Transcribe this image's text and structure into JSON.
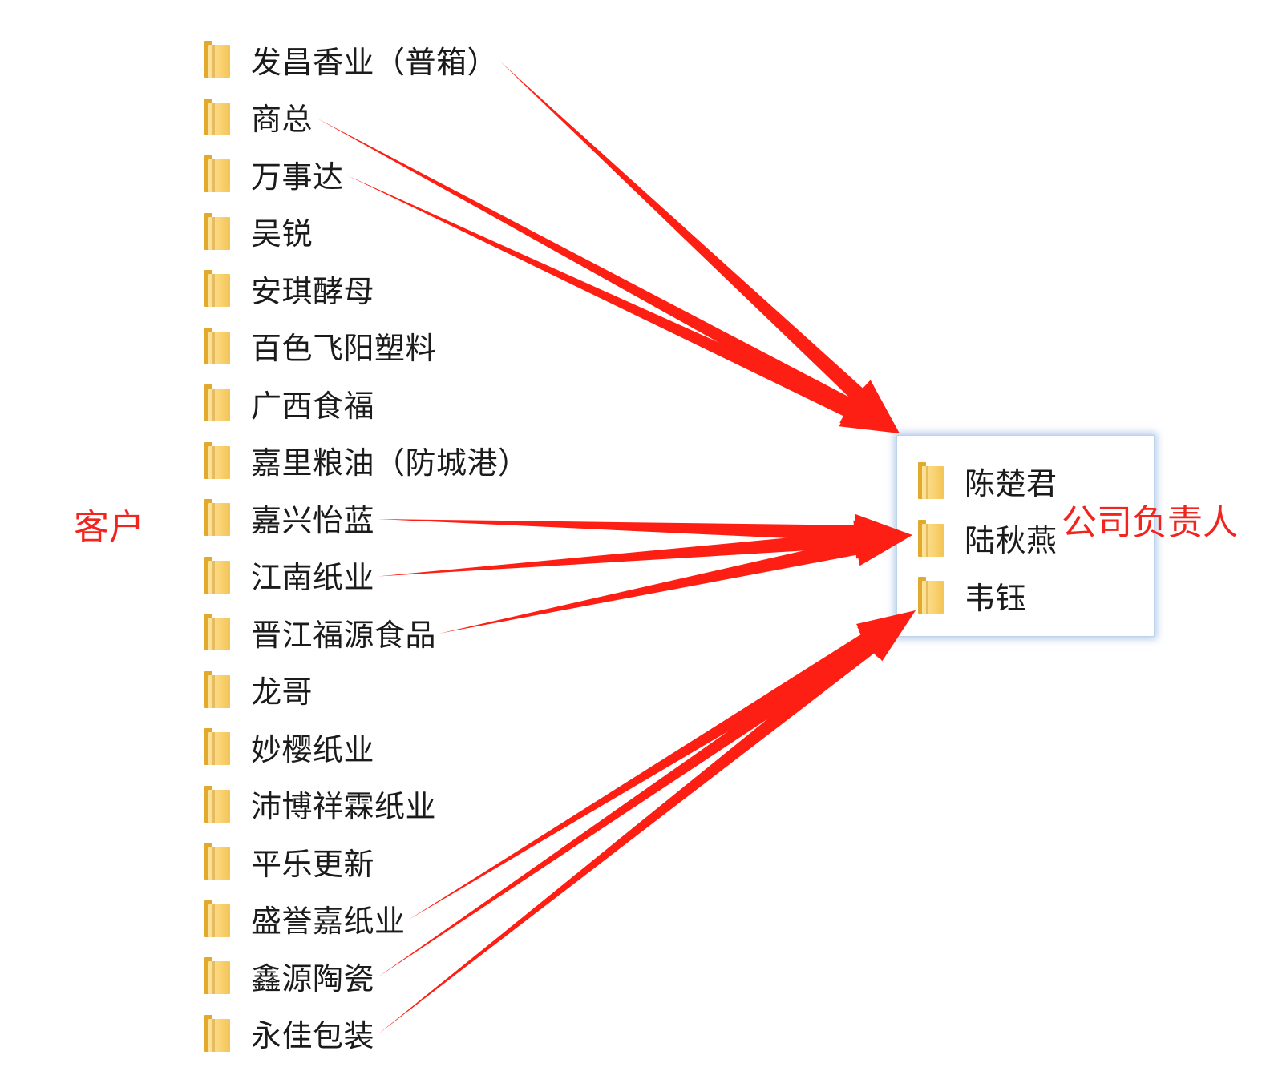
{
  "labels": {
    "clients": "客户",
    "managers": "公司负责人"
  },
  "clients": [
    {
      "name": "发昌香业（普箱）"
    },
    {
      "name": "商总"
    },
    {
      "name": "万事达"
    },
    {
      "name": "吴锐"
    },
    {
      "name": "安琪酵母"
    },
    {
      "name": "百色飞阳塑料"
    },
    {
      "name": "广西食福"
    },
    {
      "name": "嘉里粮油（防城港）"
    },
    {
      "name": "嘉兴怡蓝"
    },
    {
      "name": "江南纸业"
    },
    {
      "name": "晋江福源食品"
    },
    {
      "name": "龙哥"
    },
    {
      "name": "妙樱纸业"
    },
    {
      "name": "沛博祥霖纸业"
    },
    {
      "name": "平乐更新"
    },
    {
      "name": "盛誉嘉纸业"
    },
    {
      "name": "鑫源陶瓷"
    },
    {
      "name": "永佳包装"
    }
  ],
  "managers": [
    {
      "name": "陈楚君"
    },
    {
      "name": "陆秋燕"
    },
    {
      "name": "韦钰"
    }
  ],
  "connections": [
    {
      "from": "发昌香业（普箱）",
      "to": "陈楚君"
    },
    {
      "from": "商总",
      "to": "陈楚君"
    },
    {
      "from": "万事达",
      "to": "陈楚君"
    },
    {
      "from": "嘉兴怡蓝",
      "to": "陆秋燕"
    },
    {
      "from": "江南纸业",
      "to": "陆秋燕"
    },
    {
      "from": "晋江福源食品",
      "to": "陆秋燕"
    },
    {
      "from": "盛誉嘉纸业",
      "to": "韦钰"
    },
    {
      "from": "鑫源陶瓷",
      "to": "韦钰"
    },
    {
      "from": "永佳包装",
      "to": "韦钰"
    }
  ],
  "colors": {
    "arrow": "#fe1f14",
    "annotation": "#f2251e",
    "folder": "#f9d170",
    "panel_border": "#bcd3ee"
  },
  "icons": {
    "item": "folder-icon"
  }
}
